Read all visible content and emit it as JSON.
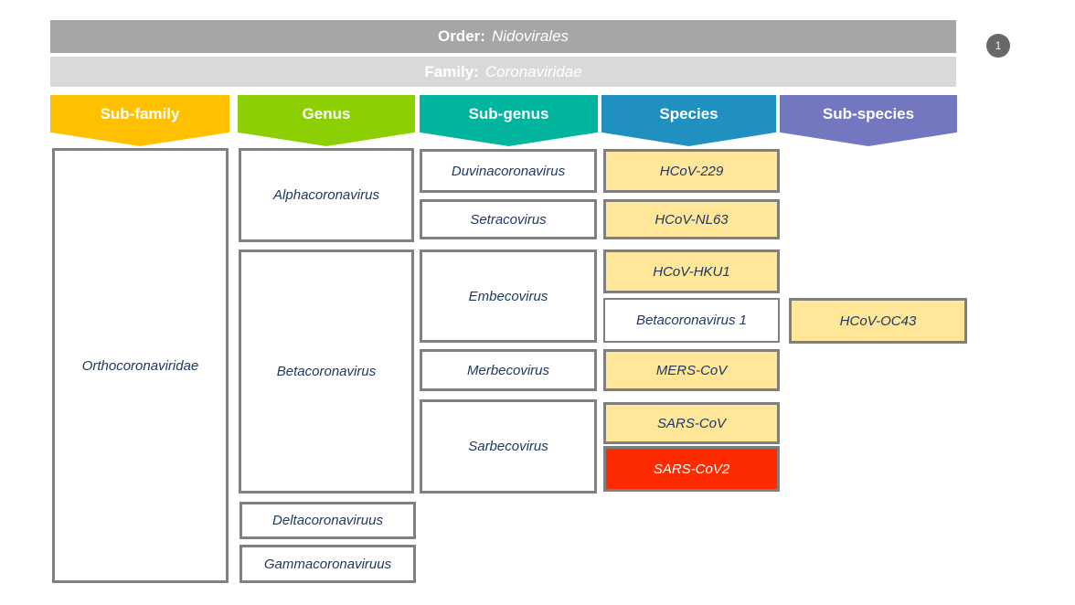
{
  "banners": {
    "order": {
      "label": "Order:",
      "value": "Nidovirales",
      "bg": "#A6A6A6"
    },
    "family": {
      "label": "Family:",
      "value": "Coronaviridae",
      "bg": "#D9D9D9"
    }
  },
  "columns": [
    {
      "id": "sub-family",
      "header": "Sub-family",
      "color": "#FFC000"
    },
    {
      "id": "genus",
      "header": "Genus",
      "color": "#8CD003"
    },
    {
      "id": "sub-genus",
      "header": "Sub-genus",
      "color": "#00B49D"
    },
    {
      "id": "species",
      "header": "Species",
      "color": "#2090C0"
    },
    {
      "id": "sub-species",
      "header": "Sub-species",
      "color": "#7277C0"
    }
  ],
  "cells": {
    "orthocoronaviridae": {
      "label": "Orthocoronaviridae",
      "fill": "#FFFFFF",
      "column": "sub-family"
    },
    "alphacoronavirus": {
      "label": "Alphacoronavirus",
      "fill": "#FFFFFF",
      "column": "genus"
    },
    "betacoronavirus": {
      "label": "Betacoronavirus",
      "fill": "#FFFFFF",
      "column": "genus"
    },
    "deltacoronaviruus": {
      "label": "Deltacoronaviruus",
      "fill": "#FFFFFF",
      "column": "genus"
    },
    "gammacoronaviruus": {
      "label": "Gammacoronaviruus",
      "fill": "#FFFFFF",
      "column": "genus"
    },
    "duvinacoronavirus": {
      "label": "Duvinacoronavirus",
      "fill": "#FFFFFF",
      "column": "sub-genus"
    },
    "setracovirus": {
      "label": "Setracovirus",
      "fill": "#FFFFFF",
      "column": "sub-genus"
    },
    "embecovirus": {
      "label": "Embecovirus",
      "fill": "#FFFFFF",
      "column": "sub-genus"
    },
    "merbecovirus": {
      "label": "Merbecovirus",
      "fill": "#FFFFFF",
      "column": "sub-genus"
    },
    "sarbecovirus": {
      "label": "Sarbecovirus",
      "fill": "#FFFFFF",
      "column": "sub-genus"
    },
    "hcov_229": {
      "label": "HCoV-229",
      "fill": "#FFE699",
      "column": "species"
    },
    "hcov_nl63": {
      "label": "HCoV-NL63",
      "fill": "#FFE699",
      "column": "species"
    },
    "hcov_hku1": {
      "label": "HCoV-HKU1",
      "fill": "#FFE699",
      "column": "species"
    },
    "betacoronavirus_1": {
      "label": "Betacoronavirus 1",
      "fill": "#FFFFFF",
      "column": "species"
    },
    "mers_cov": {
      "label": "MERS-CoV",
      "fill": "#FFE699",
      "column": "species"
    },
    "sars_cov": {
      "label": "SARS-CoV",
      "fill": "#FFE699",
      "column": "species"
    },
    "sars_cov2": {
      "label": "SARS-CoV2",
      "fill": "#FF2B00",
      "text_color": "#FFFFFF",
      "column": "species"
    },
    "hcov_oc43": {
      "label": "HCoV-OC43",
      "fill": "#FFE699",
      "column": "sub-species"
    }
  },
  "badge": {
    "label": "1",
    "bg": "#686868"
  },
  "palette": {
    "box_border": "#7F7F7F",
    "box_text": "#1F3864"
  }
}
